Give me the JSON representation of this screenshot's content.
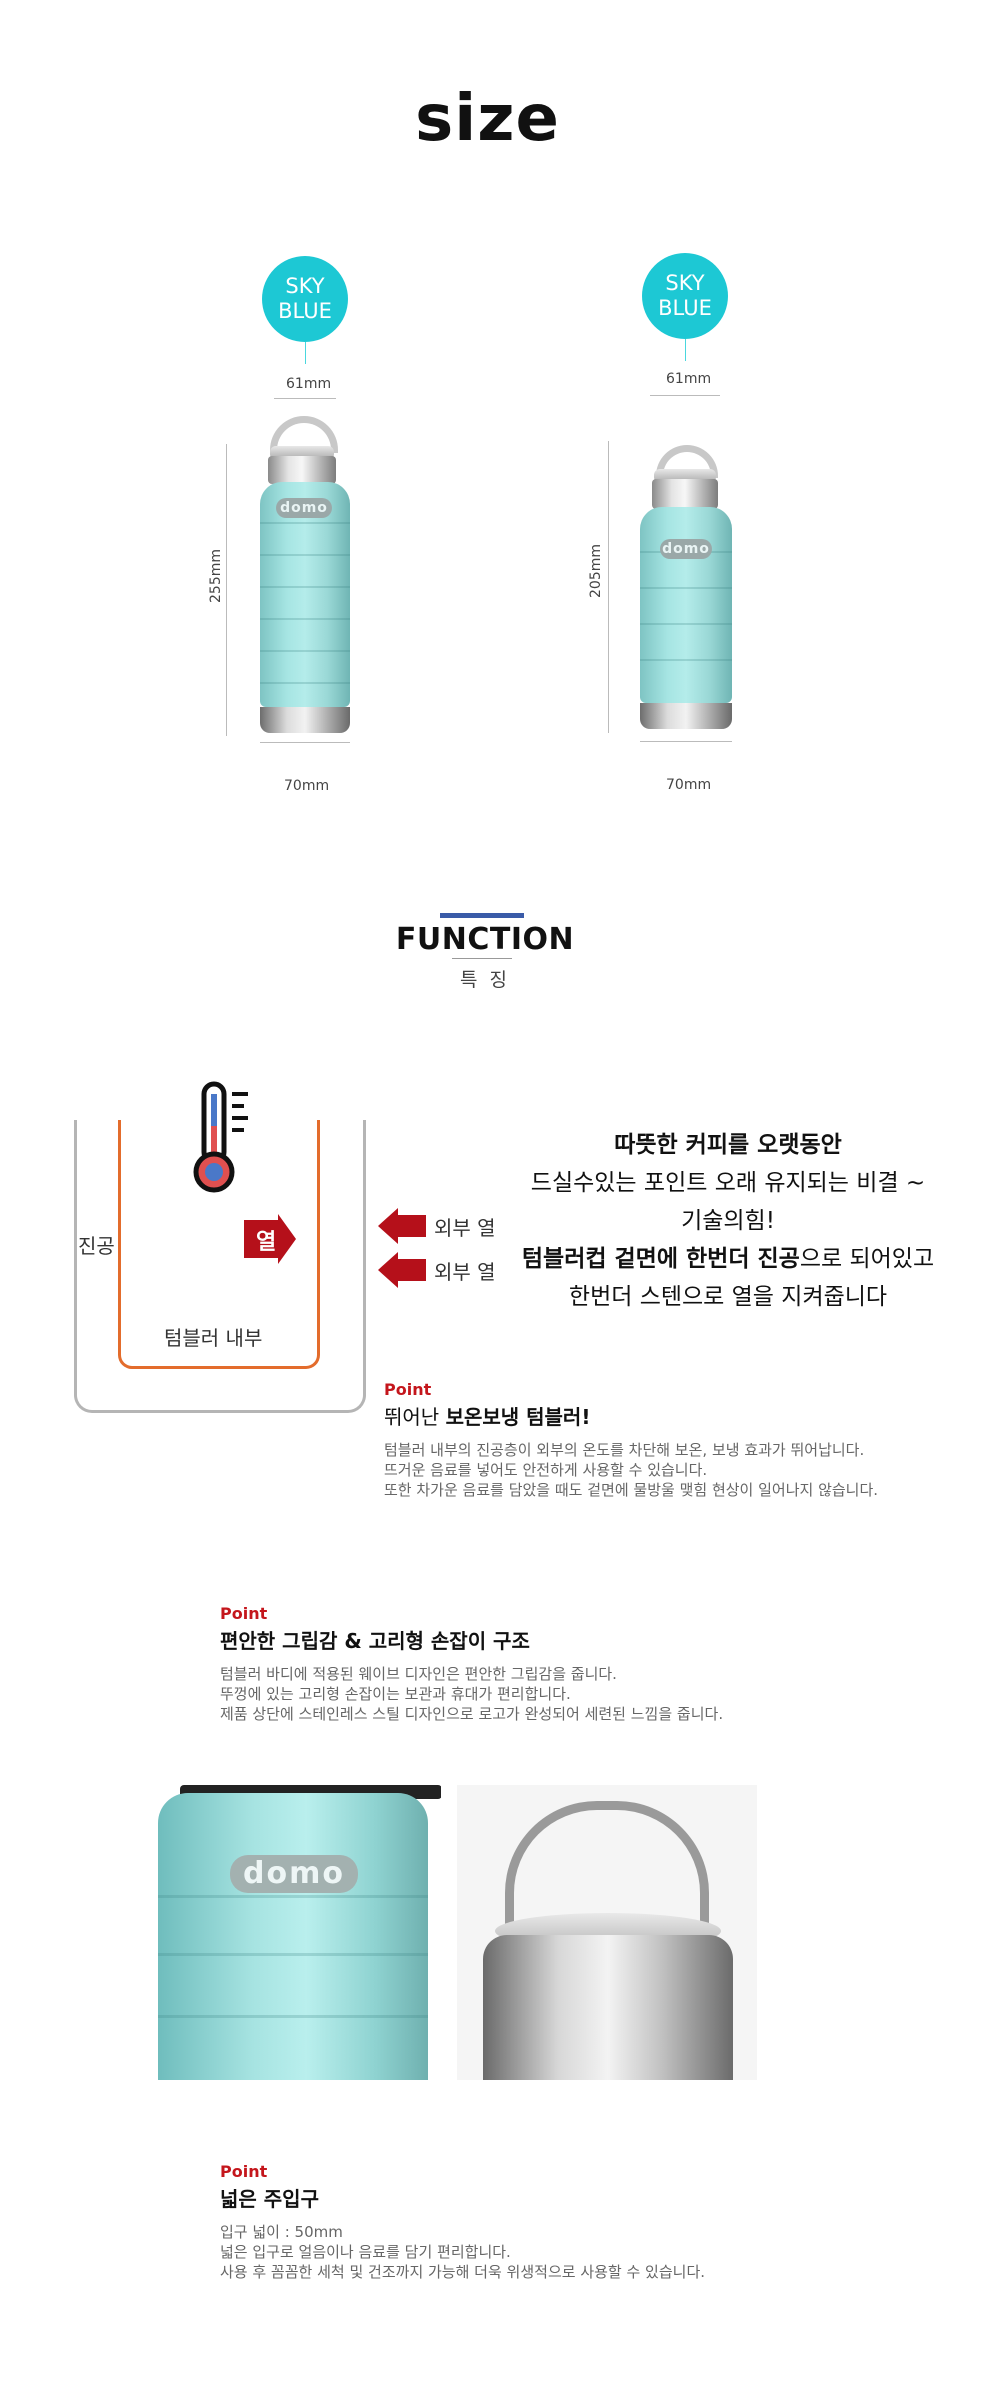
{
  "size_section": {
    "title": "size",
    "bottles": [
      {
        "color_line1": "SKY",
        "color_line2": "BLUE",
        "top_width": "61mm",
        "height": "255mm",
        "bottom_width": "70mm",
        "logo": "domo"
      },
      {
        "color_line1": "SKY",
        "color_line2": "BLUE",
        "top_width": "61mm",
        "height": "205mm",
        "bottom_width": "70mm",
        "logo": "domo"
      }
    ]
  },
  "function_section": {
    "title": "FUNCTION",
    "subtitle": "특 징"
  },
  "diagram": {
    "vacuum_label": "진공",
    "heat_label": "열",
    "inside_label": "텀블러 내부",
    "outside_heat_1": "외부 열",
    "outside_heat_2": "외부 열"
  },
  "message": {
    "line1": "따뜻한 커피를 오랫동안",
    "line2": "드실수있는 포인트 오래 유지되는 비결 ~",
    "line3": "기술의힘!",
    "line4_bold": "텀블러컵 겉면에 한번더 진공",
    "line4_rest": "으로 되어있고",
    "line5": "한번더 스텐으로 열을 지켜줍니다"
  },
  "points": [
    {
      "label": "Point",
      "head_plain": "뛰어난 ",
      "head_bold": "보온보냉 텀블러!",
      "body": [
        "텀블러 내부의 진공층이 외부의 온도를 차단해 보온, 보냉 효과가 뛰어납니다.",
        "뜨거운 음료를 넣어도 안전하게 사용할 수 있습니다.",
        "또한 차가운 음료를 담았을 때도 겉면에 물방울 맺힘 현상이 일어나지 않습니다."
      ]
    },
    {
      "label": "Point",
      "head_plain": "",
      "head_bold": "편안한 그립감 & 고리형 손잡이 구조",
      "body": [
        "텀블러 바디에 적용된 웨이브 디자인은 편안한 그립감을 줍니다.",
        "뚜껑에 있는 고리형 손잡이는 보관과 휴대가 편리합니다.",
        "제품 상단에 스테인레스 스틸 디자인으로 로고가 완성되어 세련된 느낌을 줍니다."
      ]
    },
    {
      "label": "Point",
      "head_plain": "",
      "head_bold": "넓은 주입구",
      "body": [
        "입구 넓이 : 50mm",
        "넓은 입구로 얼음이나 음료를 담기 편리합니다.",
        "사용 후 꼼꼼한 세척 및 건조까지 가능해 더욱 위생적으로 사용할 수 있습니다."
      ]
    }
  ],
  "photos": {
    "left_logo": "domo"
  },
  "colors": {
    "badge": "#1dc8d4",
    "point_red": "#c4161c",
    "function_bar": "#3a5ba8",
    "inner_cup": "#e36c2c",
    "heat_red": "#b5101a"
  }
}
